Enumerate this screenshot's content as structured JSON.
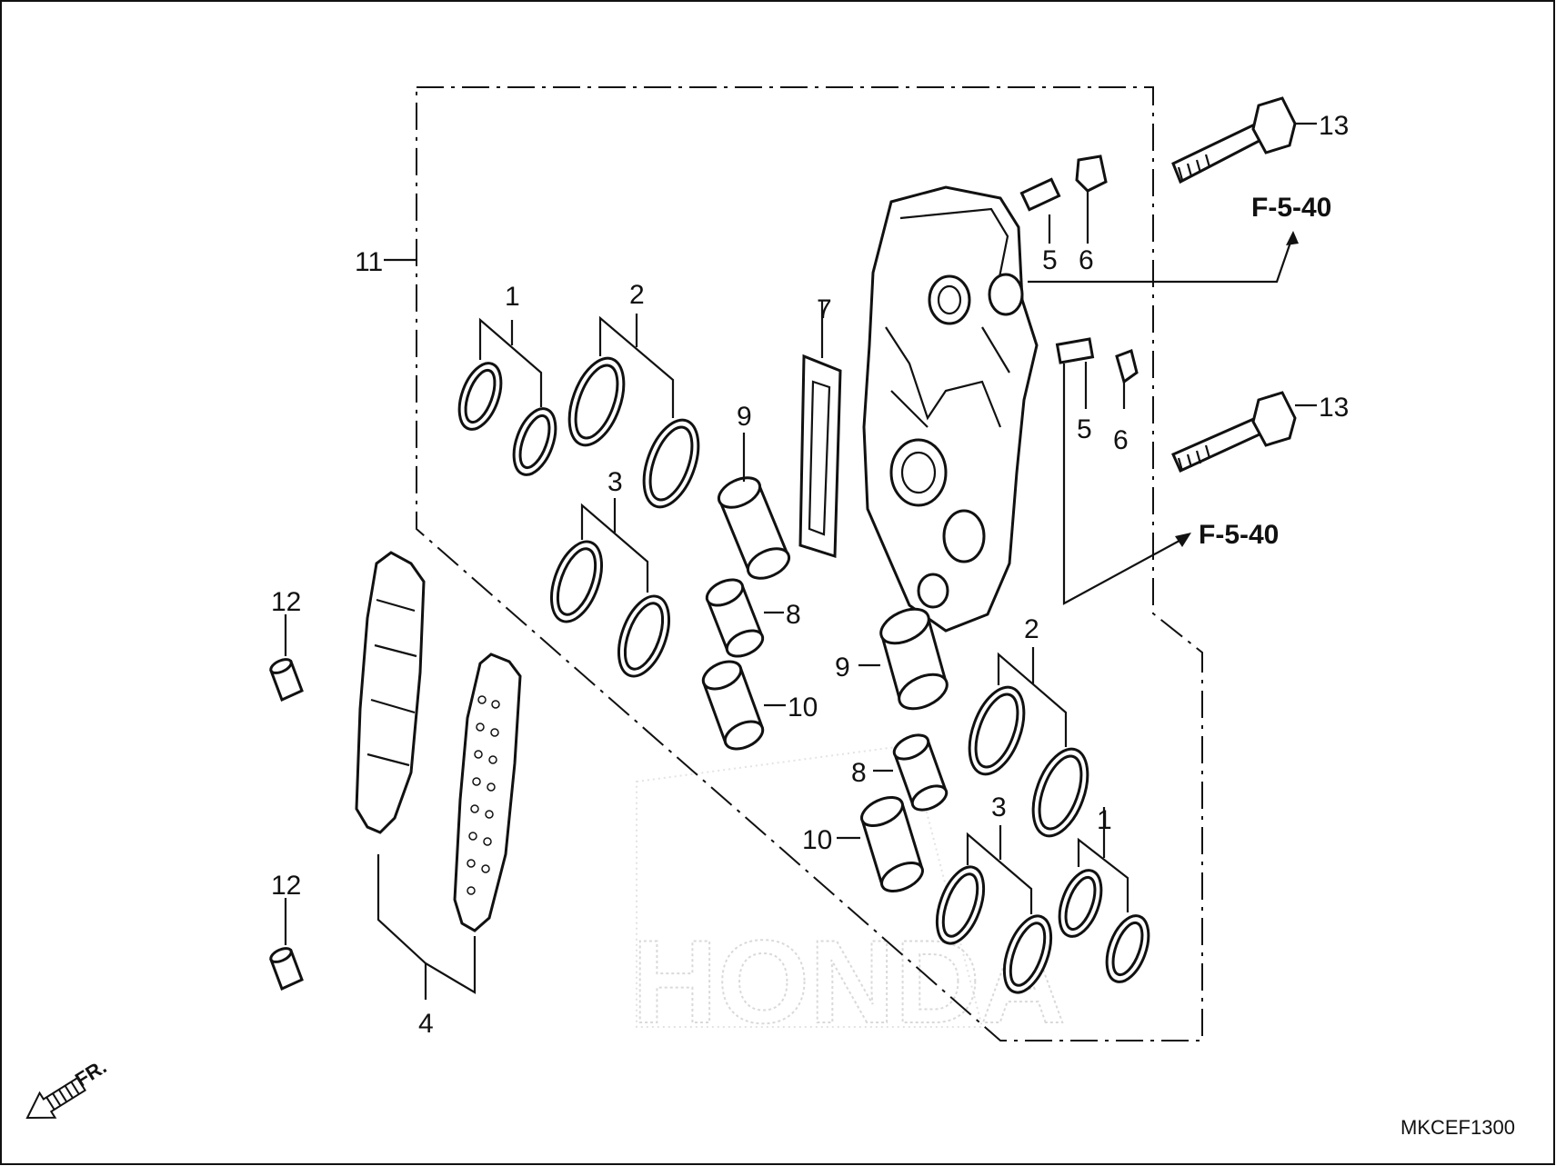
{
  "diagram": {
    "labels": {
      "p1_left": "1",
      "p2_left": "2",
      "p3_left": "3",
      "p4": "4",
      "p5_top": "5",
      "p6_top": "6",
      "p5_mid": "5",
      "p6_mid": "6",
      "p7": "7",
      "p8_left": "8",
      "p9_left": "9",
      "p10_left": "10",
      "p11": "11",
      "p12_top": "12",
      "p12_bottom": "12",
      "p13_top": "13",
      "p13_bottom": "13",
      "p2_right": "2",
      "p3_right": "3",
      "p1_right": "1",
      "p8_right": "8",
      "p9_right": "9",
      "p10_right": "10"
    },
    "refs": {
      "ref_top": "F-5-40",
      "ref_mid": "F-5-40"
    },
    "front_marker": "FR.",
    "diagram_code": "MKCEF1300",
    "watermark": "HONDA"
  }
}
